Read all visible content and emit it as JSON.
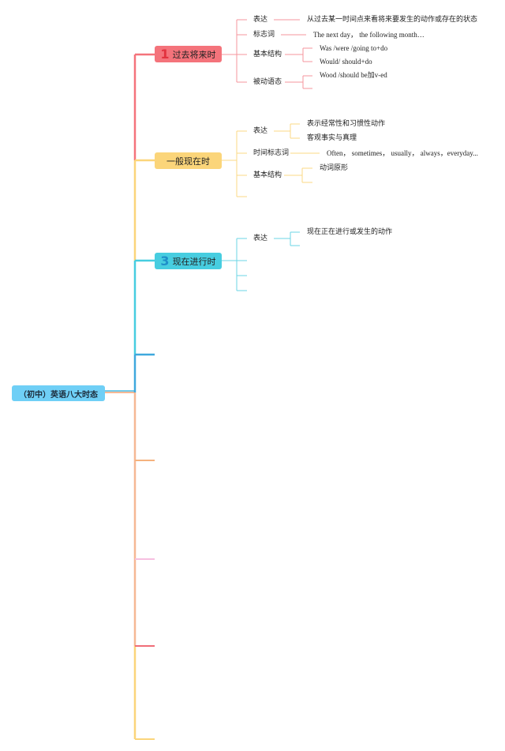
{
  "root": {
    "label": "（初中）英语八大时态"
  },
  "branches": [
    {
      "number": "1",
      "label": "过去将来时",
      "color": "#f4737b",
      "items": [
        {
          "label": "表达",
          "details": [
            "从过去某一时间点来看将来要发生的动作或存在的状态"
          ]
        },
        {
          "label": "标志词",
          "details": [
            "The next day， the following month…"
          ]
        },
        {
          "label": "基本结构",
          "details": [
            "Was /were /going to+do",
            "Would/ should+do"
          ]
        },
        {
          "label": "被动语态",
          "details": [
            "Wood /should be加v-ed"
          ]
        }
      ]
    },
    {
      "number": "",
      "label": "一般现在时",
      "color": "#fbd57a",
      "items": [
        {
          "label": "表达",
          "details": [
            "表示经常性和习惯性动作",
            "客观事实与真理"
          ]
        },
        {
          "label": "时间标志词",
          "details": [
            "Often， sometimes， usually， always，everyday..."
          ]
        },
        {
          "label": "基本结构",
          "details": [
            "动词原形"
          ]
        }
      ]
    },
    {
      "number": "3",
      "label": "现在进行时",
      "color": "#47cde0",
      "items": [
        {
          "label": "表达",
          "details": [
            "现在正在进行或发生的动作"
          ]
        }
      ]
    }
  ],
  "colors": {
    "root": "#6fcff6",
    "trunk_blue": "#47b8e0",
    "trunk_peach": "#f6b894",
    "red": "#f4737b",
    "yellow": "#fbd57a",
    "cyan": "#47cde0",
    "stub_blue": "#3fa8dd",
    "stub_orange": "#f5b27e",
    "stub_pink": "#f7bfe0",
    "stub_red": "#f06d78",
    "stub_yellow": "#fbd57a"
  }
}
